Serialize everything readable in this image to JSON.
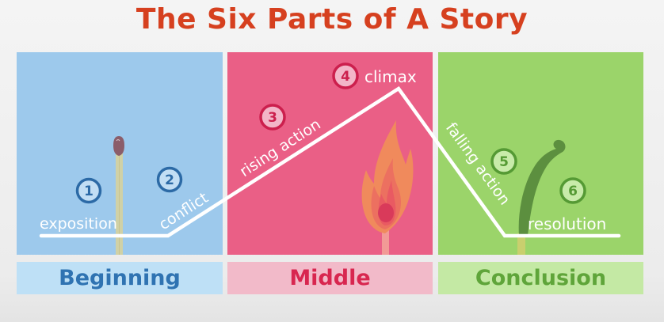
{
  "title": "The Six Parts of A Story",
  "sections": [
    {
      "label": "Beginning",
      "color": "#9dc9ec",
      "text_color": "#2f73b2"
    },
    {
      "label": "Middle",
      "color": "#ea5f86",
      "text_color": "#d8264f"
    },
    {
      "label": "Conclusion",
      "color": "#9bd46a",
      "text_color": "#5fa53a"
    }
  ],
  "parts": [
    {
      "number": "1",
      "label": "exposition"
    },
    {
      "number": "2",
      "label": "conflict"
    },
    {
      "number": "3",
      "label": "rising action"
    },
    {
      "number": "4",
      "label": "climax"
    },
    {
      "number": "5",
      "label": "falling action"
    },
    {
      "number": "6",
      "label": "resolution"
    }
  ],
  "illustrations": [
    "unlit-match-icon",
    "burning-match-icon",
    "burnt-match-icon"
  ]
}
